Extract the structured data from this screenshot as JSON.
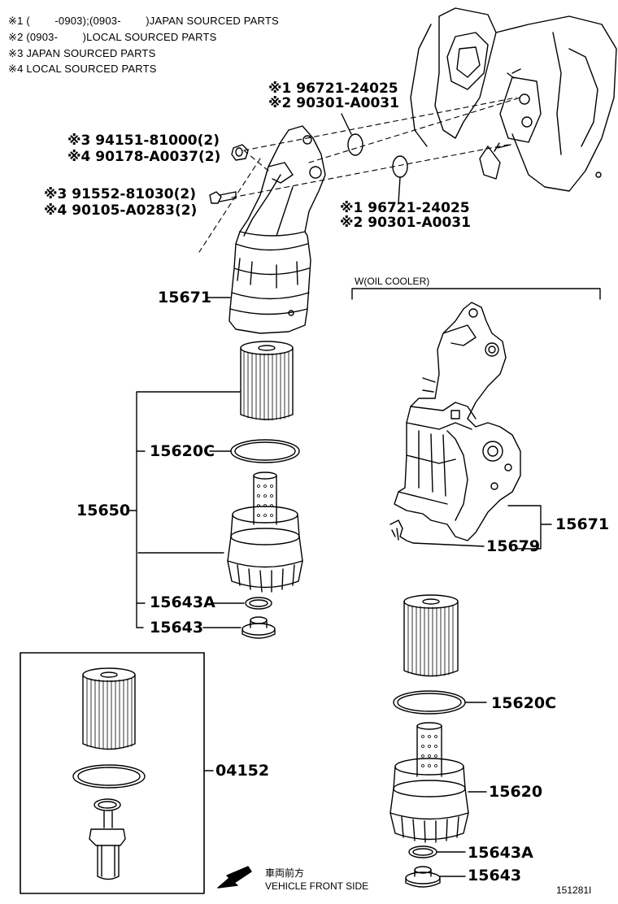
{
  "notes": [
    "※1 (        -0903);(0903-        )JAPAN SOURCED PARTS",
    "※2 (0903-        )LOCAL SOURCED PARTS",
    "※3 JAPAN SOURCED PARTS",
    "※4 LOCAL SOURCED PARTS"
  ],
  "parts": {
    "oring_top_a": "※1 96721-24025",
    "oring_top_b": "※2 90301-A0031",
    "oring_mid_a": "※1 96721-24025",
    "oring_mid_b": "※2 90301-A0031",
    "nut_a": "※3 94151-81000(2)",
    "nut_b": "※4 90178-A0037(2)",
    "bolt_a": "※3 91552-81030(2)",
    "bolt_b": "※4 90105-A0283(2)",
    "bracket_left": "15671",
    "gasket_left": "15620C",
    "filter_assy": "15650",
    "washer_left": "15643A",
    "plug_left": "15643",
    "kit_box": "04152",
    "bracket_right": "15671",
    "bracket_right_sub": "15679",
    "gasket_right": "15620C",
    "cap_right": "15620",
    "washer_right": "15643A",
    "plug_right": "15643"
  },
  "variant_label": "W(OIL COOLER)",
  "front_label_jp": "車両前方",
  "front_label_en": "VEHICLE FRONT SIDE",
  "diagram_id": "151281I"
}
